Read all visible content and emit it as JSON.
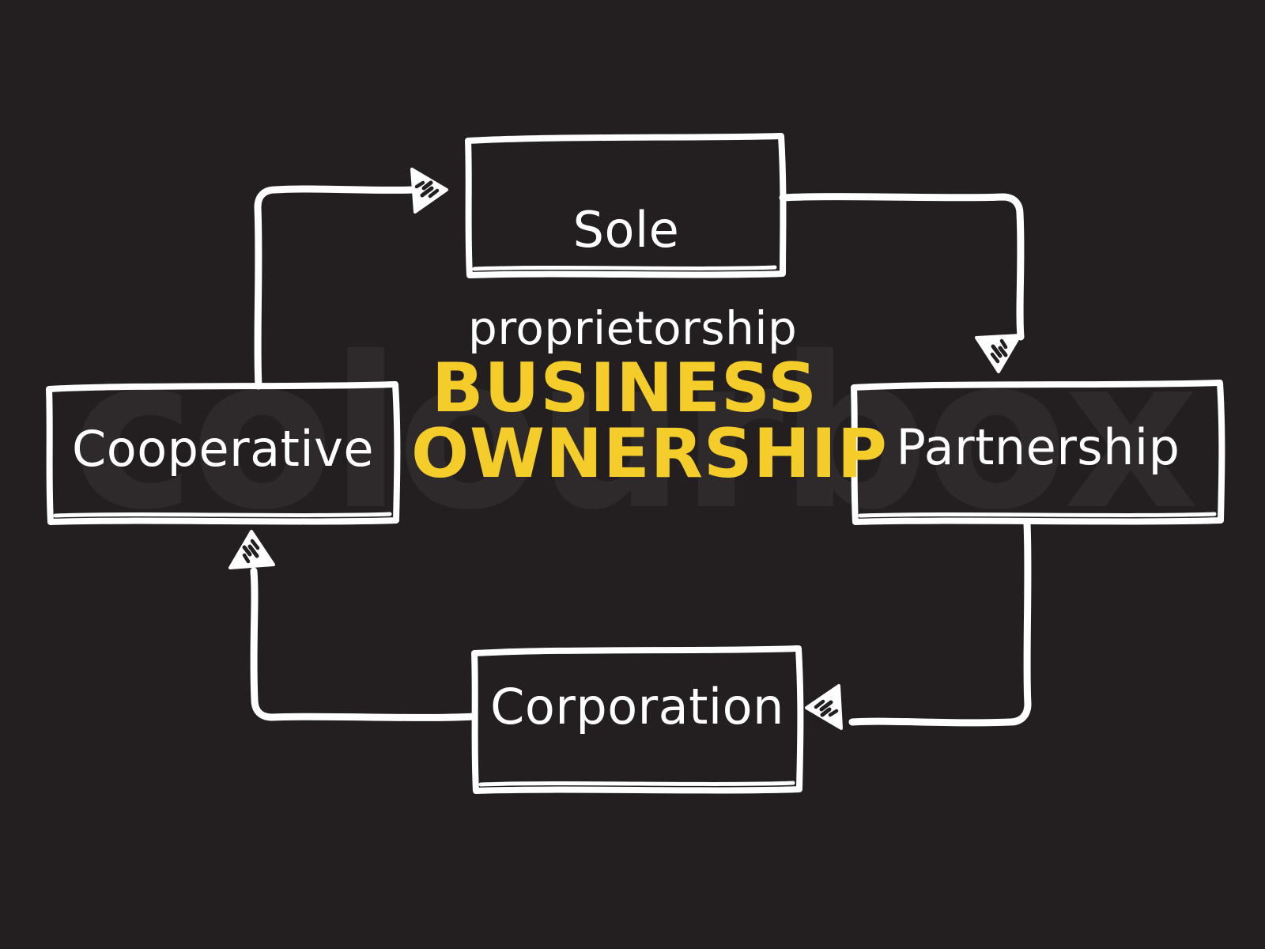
{
  "diagram": {
    "type": "cycle-flowchart",
    "title": "BUSINESS OWNERSHIP",
    "title_line1": "BUSINESS",
    "title_line2": "OWNERSHIP",
    "title_color": "#f5cd2a",
    "background_color": "#231f20",
    "stroke_color": "#ffffff",
    "node_text_color": "#ffffff",
    "nodes": [
      {
        "id": "sole-proprietorship",
        "label": "Sole\nproprietorship",
        "label_line1": "Sole",
        "label_line2": "proprietorship",
        "position": "top"
      },
      {
        "id": "partnership",
        "label": "Partnership",
        "position": "right"
      },
      {
        "id": "corporation",
        "label": "Corporation",
        "position": "bottom"
      },
      {
        "id": "cooperative",
        "label": "Cooperative",
        "position": "left"
      }
    ],
    "connections": [
      {
        "from": "cooperative",
        "to": "sole-proprietorship",
        "arrow": "arrow-right"
      },
      {
        "from": "sole-proprietorship",
        "to": "partnership",
        "arrow": "arrow-down"
      },
      {
        "from": "partnership",
        "to": "corporation",
        "arrow": "arrow-left"
      },
      {
        "from": "corporation",
        "to": "cooperative",
        "arrow": "arrow-up"
      }
    ]
  },
  "watermark": {
    "text": "colourbox",
    "color": "#2e2a2b"
  }
}
